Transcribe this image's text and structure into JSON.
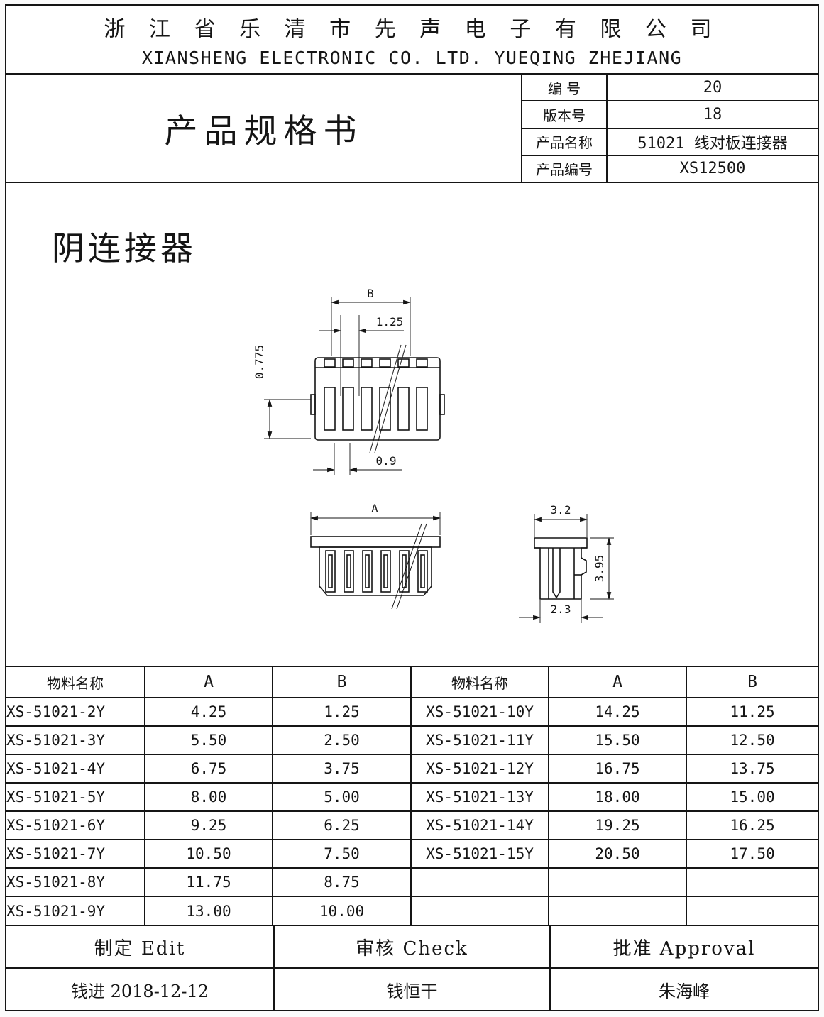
{
  "header": {
    "company_cn": "浙 江 省 乐 清 市 先 声 电 子 有 限 公 司",
    "company_en": "XIANSHENG ELECTRONIC CO. LTD. YUEQING ZHEJIANG"
  },
  "title_block": {
    "doc_title": "产品规格书",
    "rows": [
      {
        "label": "编 号",
        "value": "20"
      },
      {
        "label": "版本号",
        "value": "18"
      },
      {
        "label": "产品名称",
        "value": "51021 线对板连接器"
      },
      {
        "label": "产品编号",
        "value": "XS12500"
      }
    ]
  },
  "drawing": {
    "section_title": "阴连接器",
    "dims": {
      "b": "B",
      "pitch": "1.25",
      "height": "0.775",
      "slot": "0.9",
      "a": "A",
      "side_width": "3.2",
      "side_height": "3.95",
      "side_base": "2.3"
    }
  },
  "spec_table": {
    "headers": [
      "物料名称",
      "A",
      "B",
      "物料名称",
      "A",
      "B"
    ],
    "rows": [
      [
        "XS-51021-2Y",
        "4.25",
        "1.25",
        "XS-51021-10Y",
        "14.25",
        "11.25"
      ],
      [
        "XS-51021-3Y",
        "5.50",
        "2.50",
        "XS-51021-11Y",
        "15.50",
        "12.50"
      ],
      [
        "XS-51021-4Y",
        "6.75",
        "3.75",
        "XS-51021-12Y",
        "16.75",
        "13.75"
      ],
      [
        "XS-51021-5Y",
        "8.00",
        "5.00",
        "XS-51021-13Y",
        "18.00",
        "15.00"
      ],
      [
        "XS-51021-6Y",
        "9.25",
        "6.25",
        "XS-51021-14Y",
        "19.25",
        "16.25"
      ],
      [
        "XS-51021-7Y",
        "10.50",
        "7.50",
        "XS-51021-15Y",
        "20.50",
        "17.50"
      ],
      [
        "XS-51021-8Y",
        "11.75",
        "8.75",
        "",
        "",
        ""
      ],
      [
        "XS-51021-9Y",
        "13.00",
        "10.00",
        "",
        "",
        ""
      ]
    ]
  },
  "approval": {
    "roles": [
      "制定 Edit",
      "审核 Check",
      "批准 Approval"
    ],
    "signatures": [
      "钱进 2018-12-12",
      "钱恒干",
      "朱海峰"
    ]
  }
}
